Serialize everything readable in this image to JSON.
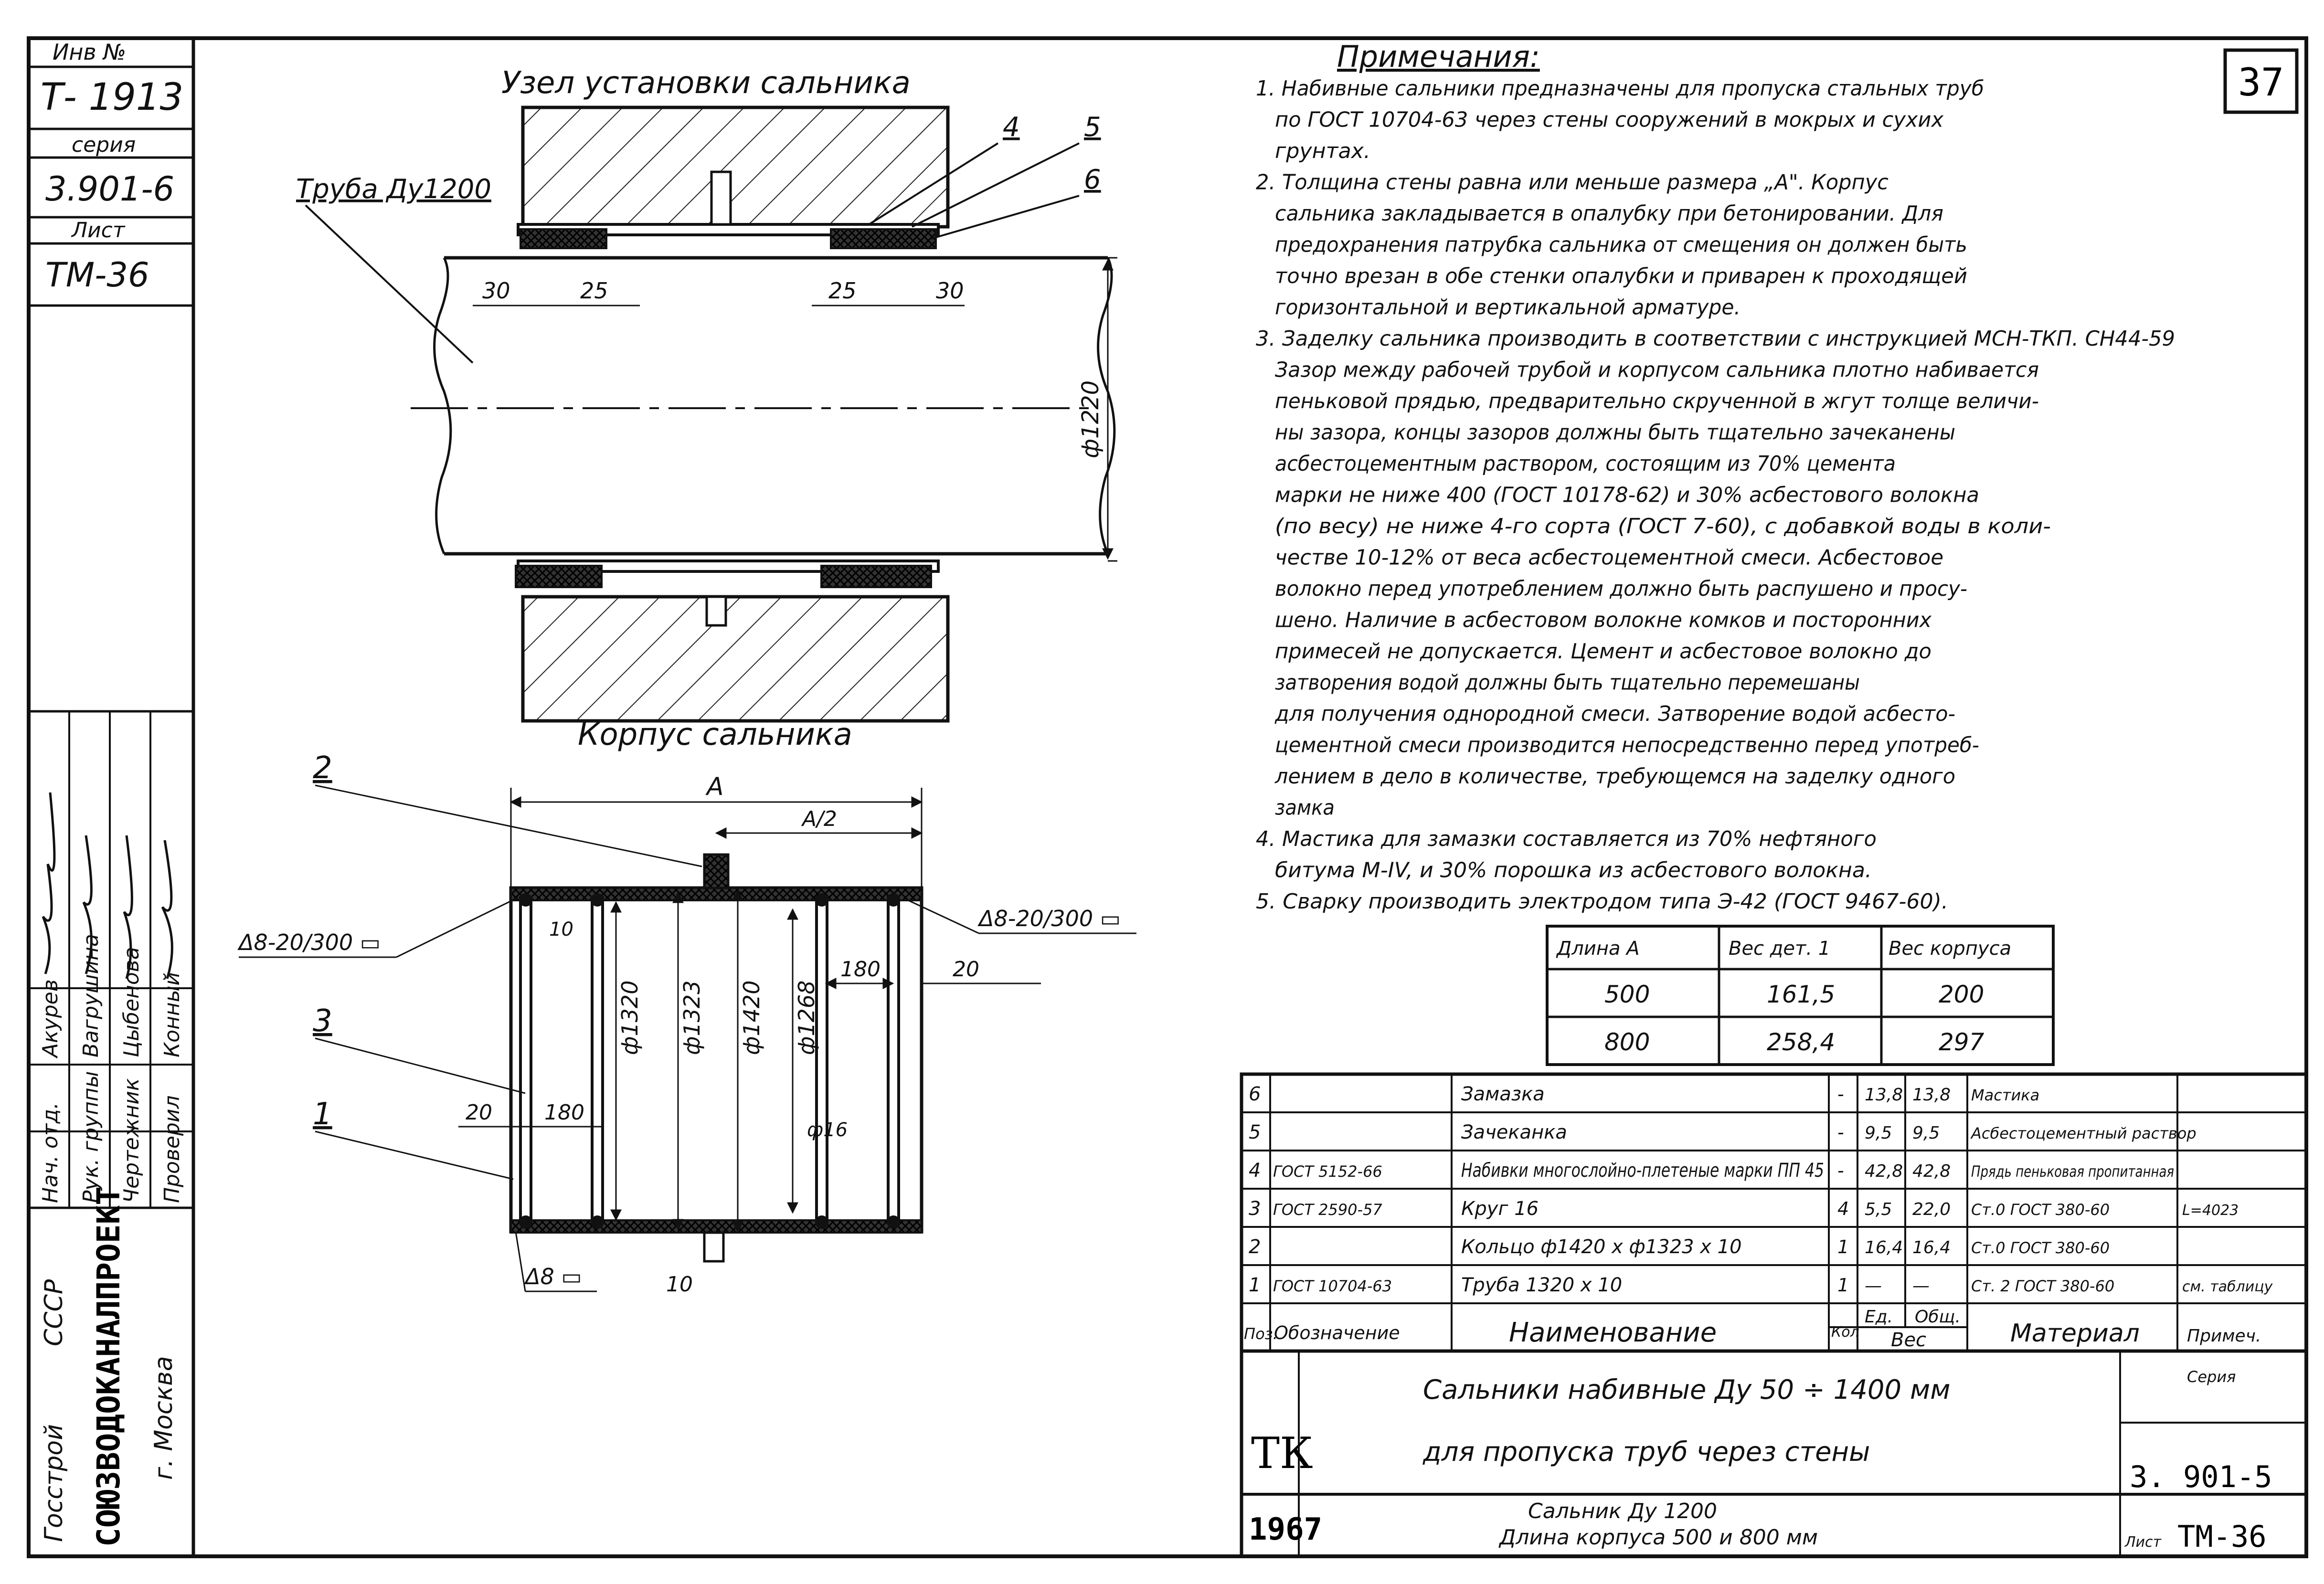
{
  "stamp": {
    "inv_label": "Инв №",
    "inv_number": "Т- 1913",
    "series_label": "серия",
    "series_value": "3.901-6",
    "sheet_label": "Лист",
    "sheet_value": "ТМ-36",
    "signers": [
      {
        "role": "Нач. отд.",
        "name": "Акурев"
      },
      {
        "role": "Рук. группы",
        "name": "Вагрушина"
      },
      {
        "role": "Чертежник",
        "name": "Цыбенова"
      },
      {
        "role": "Проверил",
        "name": "Конный"
      }
    ],
    "org_1": "Госстрой",
    "org_2": "СССР",
    "org_3": "СОЮЗВОДОКАНАЛПРОЕКТ",
    "org_4": "г. Москва"
  },
  "page_number": "37",
  "drawing_top": {
    "title": "Узел установки сальника",
    "pipe_label": "Труба Ду1200",
    "diameter": "ф1220",
    "dim_30": "30",
    "dim_25": "25",
    "pos_4": "4",
    "pos_5": "5",
    "pos_6": "6"
  },
  "drawing_bottom": {
    "title": "Корпус сальника",
    "dim_A": "А",
    "dim_A2": "А/2",
    "weld_left": "Δ8-20/300 ▭",
    "weld_right": "Δ8-20/300 ▭",
    "weld_bottom": "Δ8 ▭",
    "d1320": "ф1320",
    "d1323": "ф1323",
    "d1420": "ф1420",
    "d1268": "ф1268",
    "dim_180": "180",
    "dim_20": "20",
    "dim_10": "10",
    "d16": "ф16",
    "pos_1": "1",
    "pos_2": "2",
    "pos_3": "3"
  },
  "notes": {
    "title": "Примечания:",
    "lines": [
      "1. Набивные сальники предназначены для пропуска стальных труб",
      "по ГОСТ 10704-63 через стены сооружений в мокрых и сухих",
      "грунтах.",
      "2. Толщина стены равна или меньше размера „А\". Корпус",
      "сальника закладывается в опалубку при бетонировании. Для",
      "предохранения патрубка сальника от смещения он должен быть",
      "точно врезан в обе стенки опалубки и приварен к проходящей",
      "горизонтальной и вертикальной арматуре.",
      "3. Заделку сальника производить в соответствии с инструкцией МСН-ТКП. СН44-59",
      "Зазор между рабочей трубой и корпусом сальника плотно набивается",
      "пеньковой прядью, предварительно скрученной в жгут толще величи-",
      "ны зазора, концы зазоров должны быть тщательно зачеканены",
      "асбестоцементным раствором, состоящим из 70% цемента",
      "марки не ниже 400 (ГОСТ 10178-62) и 30% асбестового волокна",
      "(по весу) не ниже 4-го сорта (ГОСТ 7-60), с добавкой воды в коли-",
      "честве 10-12% от веса асбестоцементной смеси. Асбестовое",
      "волокно перед употреблением должно быть распушено и просу-",
      "шено. Наличие в асбестовом волокне комков и посторонних",
      "примесей не допускается. Цемент и асбестовое волокно до",
      "затворения водой должны быть тщательно перемешаны",
      "для получения однородной смеси. Затворение водой асбесто-",
      "цементной смеси производится непосредственно перед употреб-",
      "лением в дело в количестве, требующемся на заделку одного",
      "замка",
      "4. Мастика для замазки составляется из 70% нефтяного",
      "битума М-IV, и 30% порошка из асбестового волокна.",
      "5. Сварку производить электродом типа Э-42 (ГОСТ 9467-60)."
    ]
  },
  "weights_table": {
    "headers": [
      "Длина А",
      "Вес дет. 1",
      "Вес корпуса"
    ],
    "rows": [
      [
        "500",
        "161,5",
        "200"
      ],
      [
        "800",
        "258,4",
        "297"
      ]
    ]
  },
  "spec_table": {
    "rows": [
      {
        "pos": "6",
        "doc": "",
        "name": "Замазка",
        "qty": "-",
        "unit": "13,8",
        "total": "13,8",
        "material": "Мастика",
        "note": ""
      },
      {
        "pos": "5",
        "doc": "",
        "name": "Зачеканка",
        "qty": "-",
        "unit": "9,5",
        "total": "9,5",
        "material": "Асбестоцементный раствор",
        "note": ""
      },
      {
        "pos": "4",
        "doc": "ГОСТ 5152-66",
        "name": "Набивки многослойно-плетеные марки ПП 45",
        "qty": "-",
        "unit": "42,8",
        "total": "42,8",
        "material": "Прядь пеньковая пропитанная",
        "note": ""
      },
      {
        "pos": "3",
        "doc": "ГОСТ 2590-57",
        "name": "Круг 16",
        "qty": "4",
        "unit": "5,5",
        "total": "22,0",
        "material": "Ст.0 ГОСТ 380-60",
        "note": "L=4023"
      },
      {
        "pos": "2",
        "doc": "",
        "name": "Кольцо ф1420 х ф1323 х 10",
        "qty": "1",
        "unit": "16,4",
        "total": "16,4",
        "material": "Ст.0 ГОСТ 380-60",
        "note": ""
      },
      {
        "pos": "1",
        "doc": "ГОСТ 10704-63",
        "name": "Труба 1320 х 10",
        "qty": "1",
        "unit": "—",
        "total": "—",
        "material": "Ст. 2 ГОСТ 380-60",
        "note": "см. таблицу"
      }
    ],
    "header": {
      "pos": "Поз.",
      "doc": "Обозначение",
      "name": "Наименование",
      "qty": "Кол",
      "unit": "Ед.",
      "total": "Общ.",
      "weight": "Вес",
      "material": "Материал",
      "note": "Примеч."
    }
  },
  "title_block": {
    "code": "ТК",
    "year": "1967",
    "title_line1": "Сальники набивные Ду 50 ÷ 1400 мм",
    "title_line2": "для пропуска труб через стены",
    "sub_line1": "Сальник Ду 1200",
    "sub_line2": "Длина корпуса 500 и 800 мм",
    "series_label": "Серия",
    "series_value": "3. 901-5",
    "sheet_label": "Лист",
    "sheet_value": "ТМ-36"
  }
}
